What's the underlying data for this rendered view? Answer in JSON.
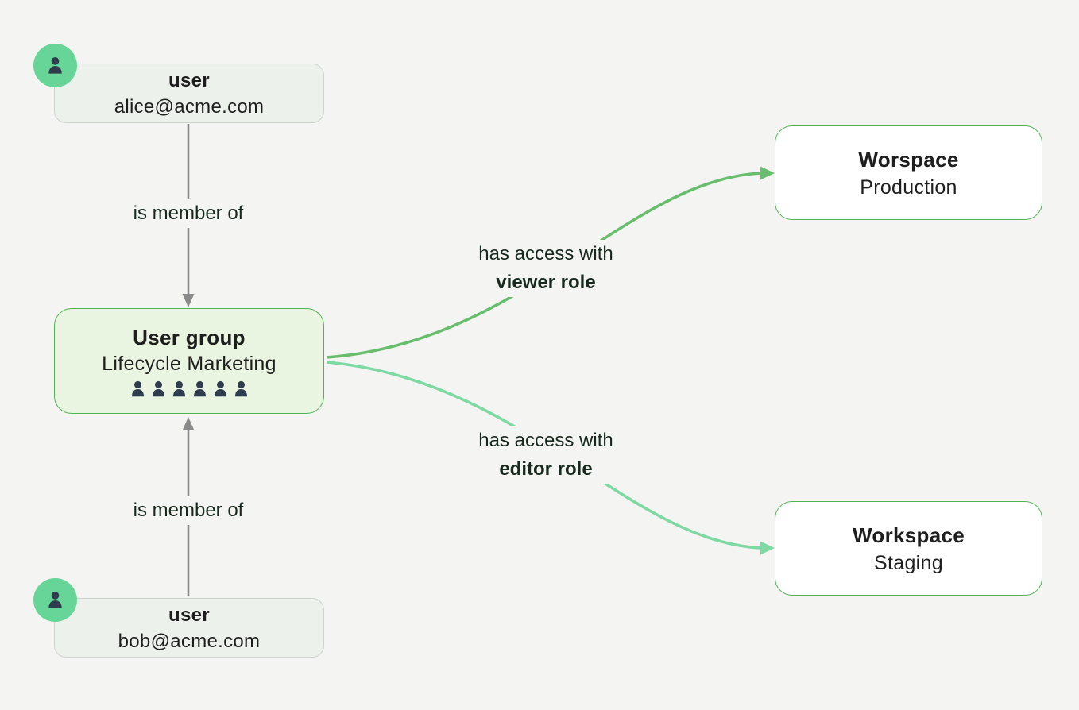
{
  "nodes": {
    "user_alice": {
      "title": "user",
      "subtitle": "alice@acme.com",
      "badge_icon": "person-icon"
    },
    "user_bob": {
      "title": "user",
      "subtitle": "bob@acme.com",
      "badge_icon": "person-icon"
    },
    "user_group": {
      "title": "User group",
      "subtitle": "Lifecycle Marketing",
      "member_icon_count": 6
    },
    "workspace_production": {
      "title": "Worspace",
      "subtitle": "Production"
    },
    "workspace_staging": {
      "title": "Workspace",
      "subtitle": "Staging"
    }
  },
  "edges": {
    "alice_to_group": {
      "label": "is member of"
    },
    "bob_to_group": {
      "label": "is member of"
    },
    "group_to_production": {
      "label_line1": "has access with",
      "label_line2": "viewer role"
    },
    "group_to_staging": {
      "label_line1": "has access with",
      "label_line2": "editor role"
    }
  },
  "colors": {
    "background": "#f4f5f3",
    "user_node_fill": "#edf1ec",
    "user_node_border": "#ccd3cc",
    "group_node_fill": "#e9f4e1",
    "green_border": "#52b356",
    "workspace_fill": "#ffffff",
    "badge_green": "#67d597",
    "person_icon": "#2e3c4e",
    "gray_edge": "#8a8a8a",
    "viewer_edge_green": "#68be6d",
    "editor_edge_green": "#7ed9a2",
    "label_text": "#17291d",
    "node_text": "#1e1e1e"
  }
}
